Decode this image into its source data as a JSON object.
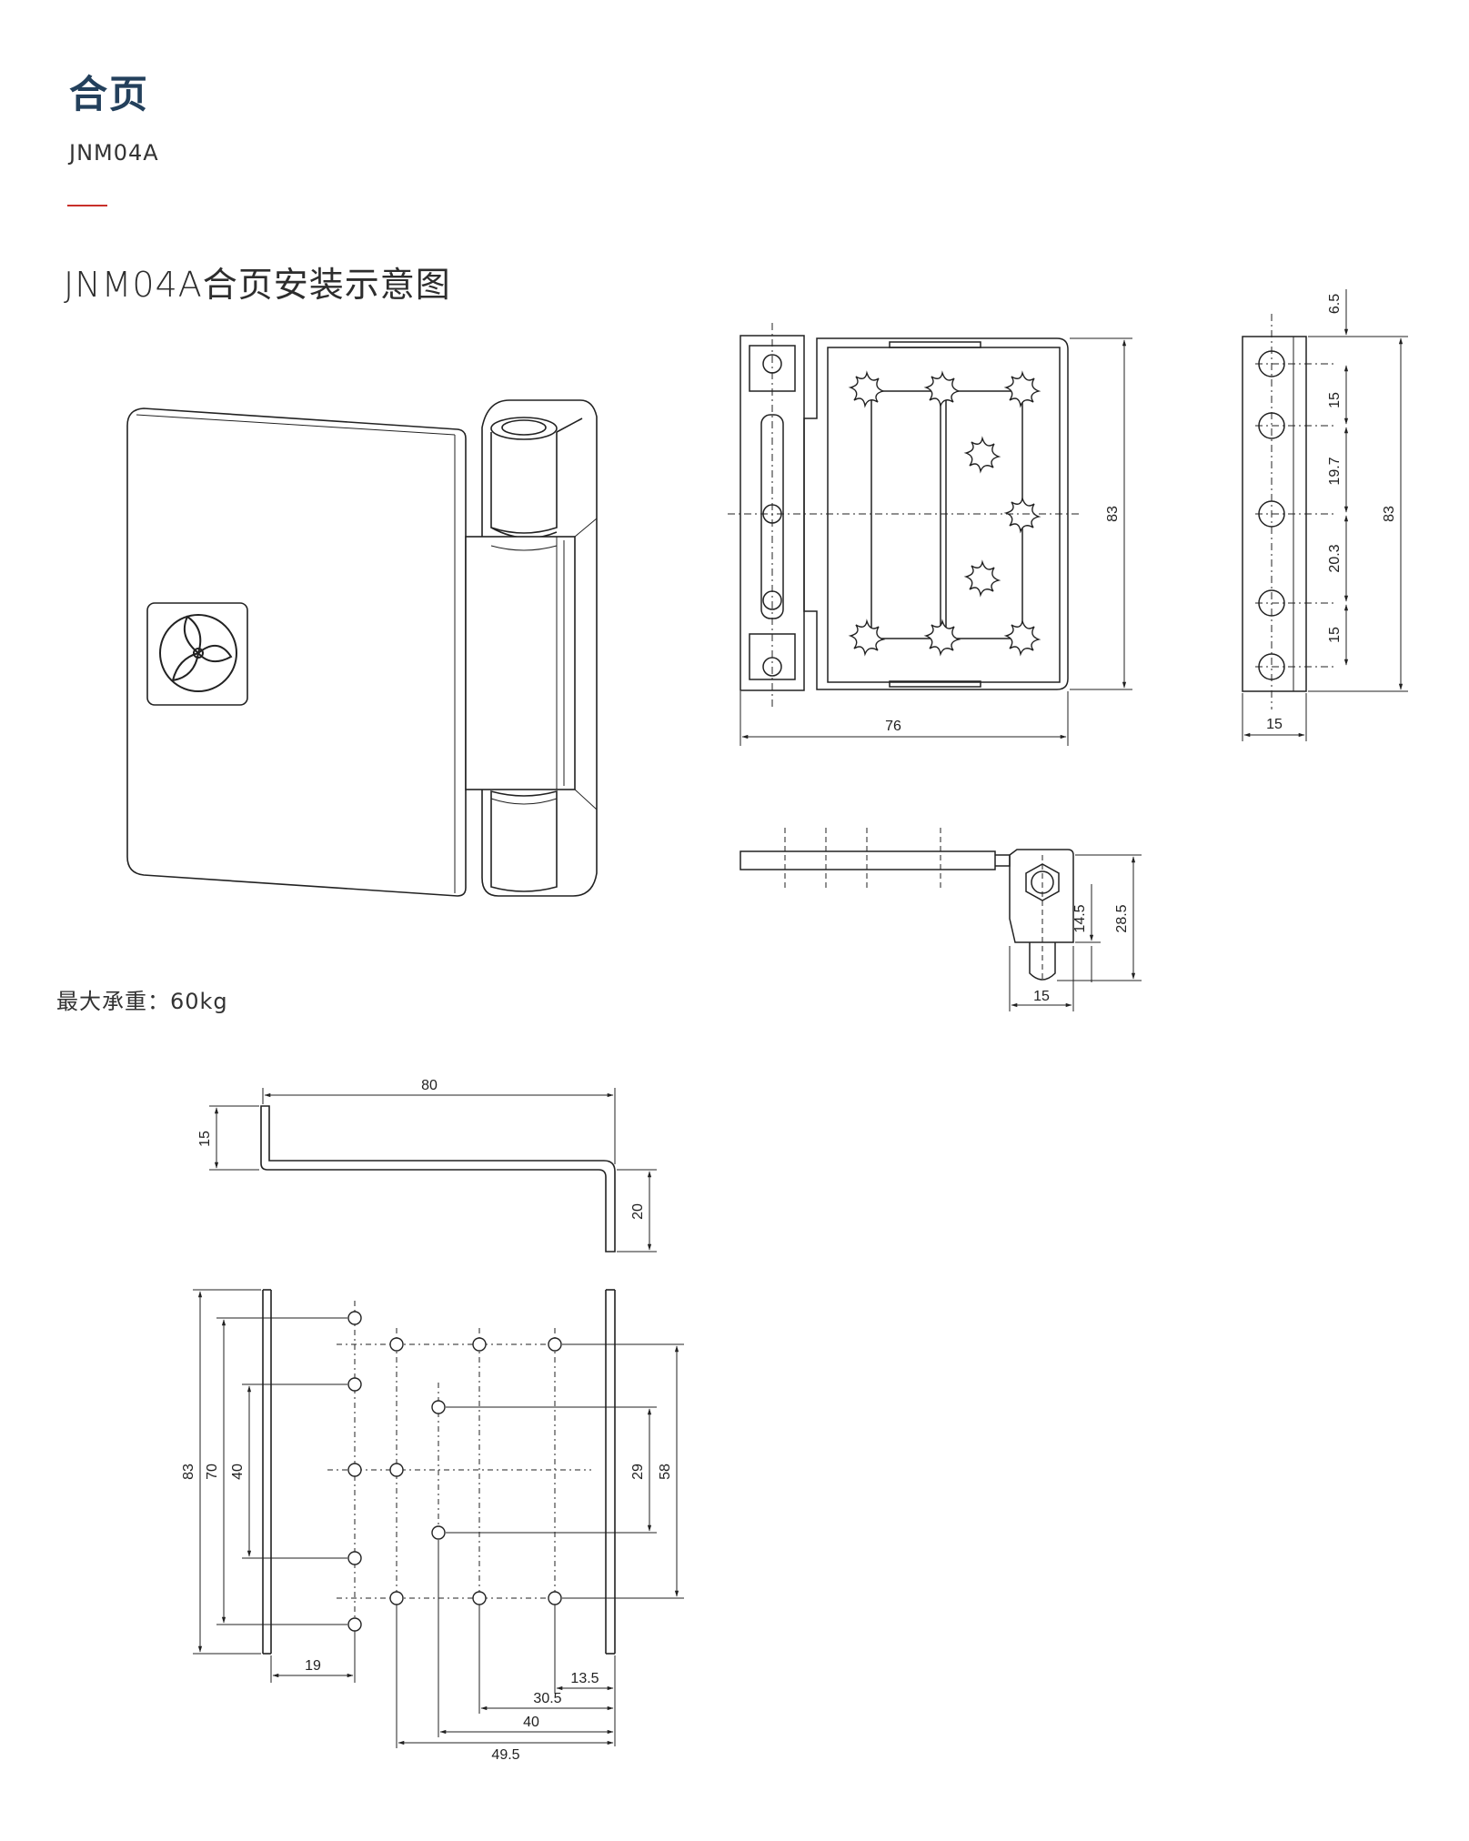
{
  "header": {
    "title": "合页",
    "model": "JNM04A",
    "subtitle": "JNM04A合页安装示意图"
  },
  "specs": {
    "max_load": "最大承重：60kg"
  },
  "dimensions": {
    "front_width": "76",
    "front_height": "83",
    "side_top": "6.5",
    "side_pitch_1": "15",
    "side_pitch_2": "19.7",
    "side_pitch_3": "20.3",
    "side_pitch_4": "15",
    "side_height": "83",
    "side_width": "15",
    "top_a": "14.5",
    "top_b": "28.5",
    "top_w": "15",
    "sec_len": "80",
    "sec_h1": "15",
    "sec_h2": "20",
    "plate_h": "83",
    "plate_h70": "70",
    "plate_h40": "40",
    "plate_h29": "29",
    "plate_h58": "58",
    "plate_x19": "19",
    "plate_x135": "13.5",
    "plate_x305": "30.5",
    "plate_x40": "40",
    "plate_x495": "49.5"
  },
  "colors": {
    "title": "#23405c",
    "accent": "#c8302a"
  }
}
